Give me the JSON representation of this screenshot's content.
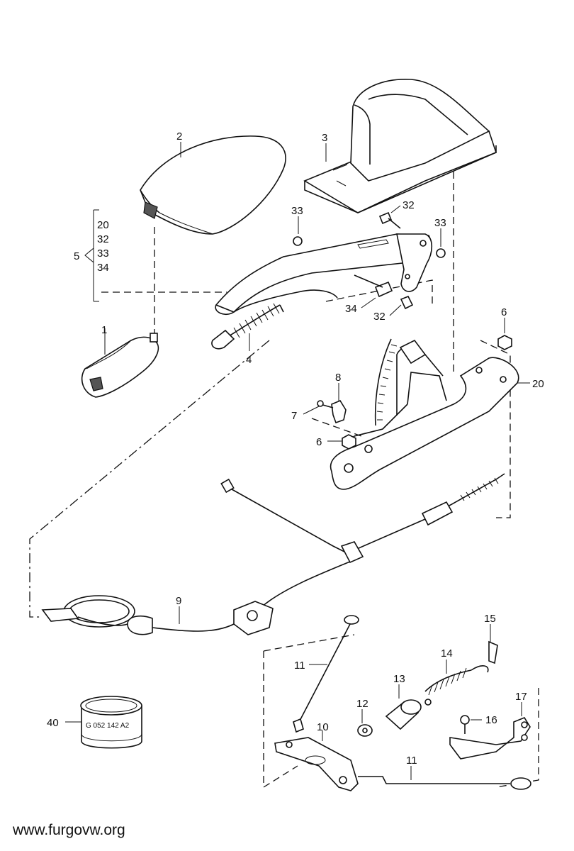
{
  "callouts": {
    "c1": "1",
    "c2": "2",
    "c3": "3",
    "c4": "4",
    "c5": "5",
    "c5a": "20",
    "c5b": "32",
    "c5c": "33",
    "c5d": "34",
    "c6a": "6",
    "c6b": "6",
    "c7": "7",
    "c8": "8",
    "c9": "9",
    "c10": "10",
    "c11a": "11",
    "c11b": "11",
    "c12": "12",
    "c13": "13",
    "c14": "14",
    "c15": "15",
    "c16": "16",
    "c17": "17",
    "c20": "20",
    "c32a": "32",
    "c32b": "32",
    "c33a": "33",
    "c33b": "33",
    "c34": "34",
    "c40": "40"
  },
  "part40_stamp": "G 052 142 A2",
  "watermark": "www.furgovw.org"
}
